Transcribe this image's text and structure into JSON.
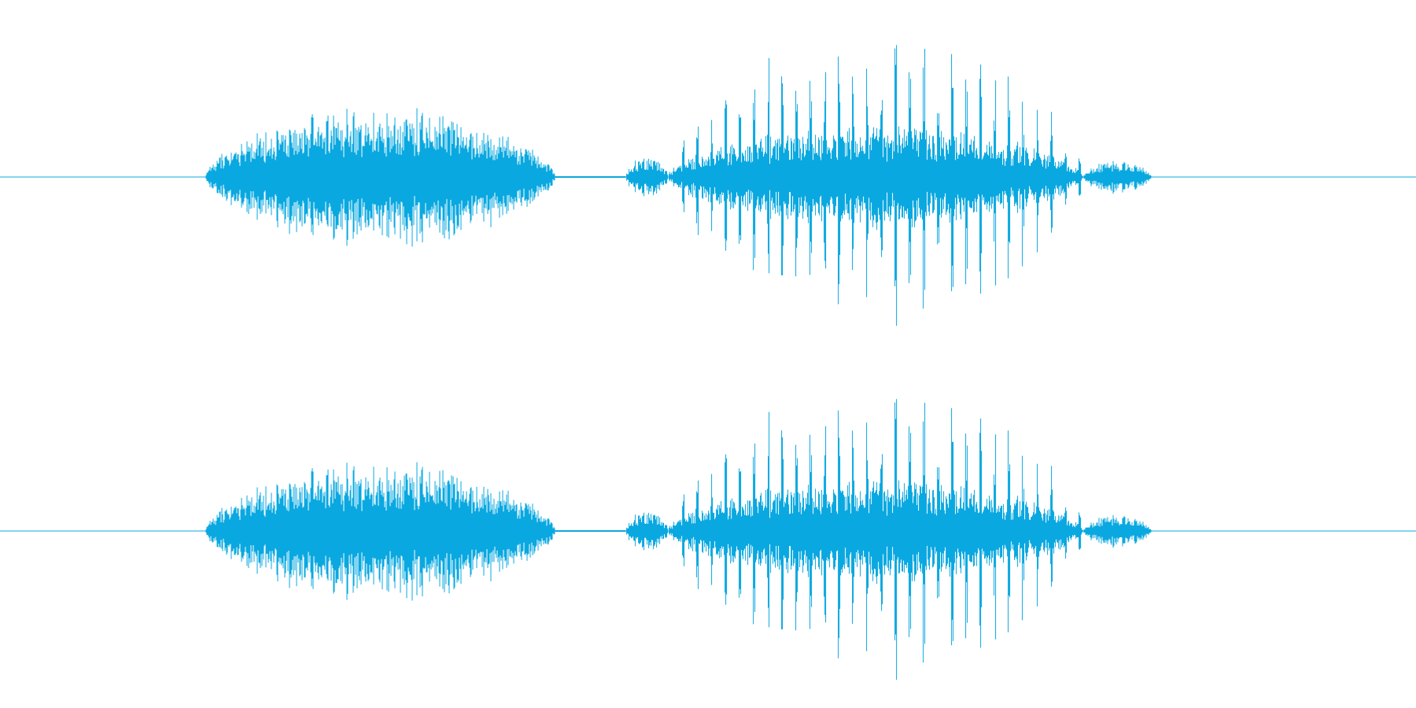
{
  "waveform": {
    "color": "#0aa8e0",
    "channels": [
      {
        "name": "channel-1",
        "segments": [
          {
            "start": 0.145,
            "end": 0.392,
            "peak": 0.72
          },
          {
            "start": 0.442,
            "end": 0.472,
            "peak": 0.22
          },
          {
            "start": 0.472,
            "end": 0.765,
            "peak": 1.0
          },
          {
            "start": 0.765,
            "end": 0.813,
            "peak": 0.18
          }
        ]
      },
      {
        "name": "channel-2",
        "segments": [
          {
            "start": 0.145,
            "end": 0.392,
            "peak": 0.72
          },
          {
            "start": 0.442,
            "end": 0.472,
            "peak": 0.22
          },
          {
            "start": 0.472,
            "end": 0.765,
            "peak": 1.0
          },
          {
            "start": 0.765,
            "end": 0.813,
            "peak": 0.18
          }
        ]
      }
    ]
  }
}
